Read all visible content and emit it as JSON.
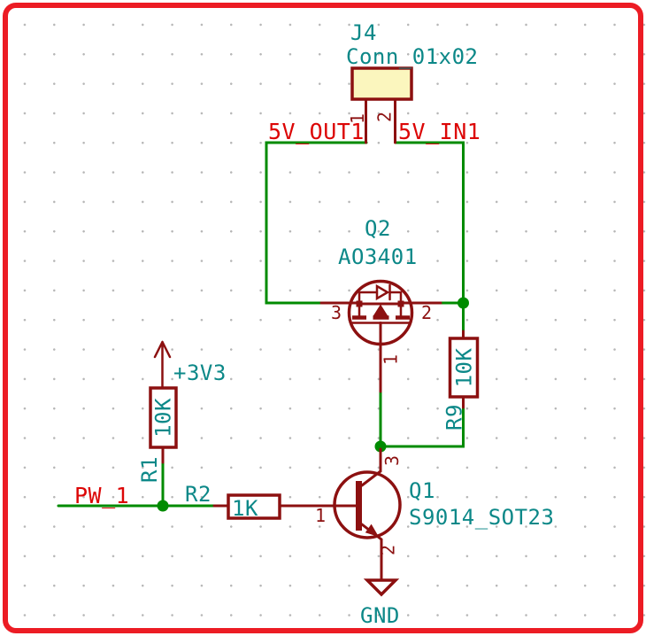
{
  "colors": {
    "frame": "#ec1c24",
    "wire": "#008b00",
    "component_outline": "#8c1010",
    "field_text": "#0c8888",
    "net_label_text": "#dc0606",
    "connector_fill": "#fbf6be",
    "background": "#ffffff"
  },
  "components": {
    "j4": {
      "reference": "J4",
      "value": "Conn_01x02",
      "pin_numbers": [
        "1",
        "2"
      ]
    },
    "q2": {
      "reference": "Q2",
      "value": "AO3401",
      "pin_numbers": {
        "gate": "1",
        "source": "2",
        "drain": "3"
      }
    },
    "q1": {
      "reference": "Q1",
      "value": "S9014_SOT23",
      "pin_numbers": {
        "base": "1",
        "emitter": "2",
        "collector": "3"
      }
    },
    "r1": {
      "reference": "R1",
      "value": "10K"
    },
    "r2": {
      "reference": "R2",
      "value": "1K"
    },
    "r9": {
      "reference": "R9",
      "value": "10K"
    }
  },
  "power_symbols": {
    "rail": "+3V3",
    "ground": "GND"
  },
  "net_labels": {
    "output": "5V_OUT1",
    "input": "5V_IN1",
    "signal": "PW_1"
  }
}
